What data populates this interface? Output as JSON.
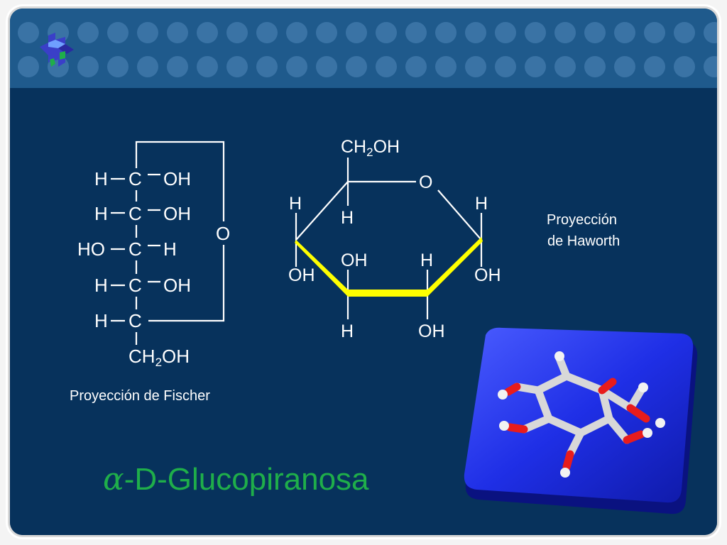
{
  "colors": {
    "background_dark": "#07325c",
    "header_band": "#1f5a8c",
    "text": "#ffffff",
    "title_green": "#1fae4a",
    "ring_front_yellow": "#ffff00",
    "model_tile_blue": "#1e2fe0"
  },
  "icons": {
    "logo": "puzzle-cross-logo",
    "model": "glucose-ball-and-stick-model"
  },
  "fischer": {
    "rows": [
      {
        "left": "H",
        "center": "C",
        "right": "OH"
      },
      {
        "left": "H",
        "center": "C",
        "right": "OH"
      },
      {
        "left": "HO",
        "center": "C",
        "right": "H"
      },
      {
        "left": "H",
        "center": "C",
        "right": "OH"
      },
      {
        "left": "H",
        "center": "C",
        "right": ""
      }
    ],
    "ring_oxygen": "O",
    "bottom_group": {
      "main": "CH",
      "sub": "2",
      "tail": "OH"
    },
    "caption": "Proyección de Fischer"
  },
  "haworth": {
    "top_group": {
      "main": "CH",
      "sub": "2",
      "tail": "OH"
    },
    "ring_oxygen": "O",
    "labels": {
      "c1_top": "H",
      "c1_bottom": "OH",
      "c5_h": "H",
      "c4_left": "H",
      "c4_bottom": "OH",
      "c3_top": "OH",
      "c3_bottom": "H",
      "c2_top": "H",
      "c2_bottom": "OH"
    },
    "caption_line1": "Proyección",
    "caption_line2": "de Haworth"
  },
  "title": {
    "greek": "α",
    "text": "-D-Glucopiranosa"
  }
}
